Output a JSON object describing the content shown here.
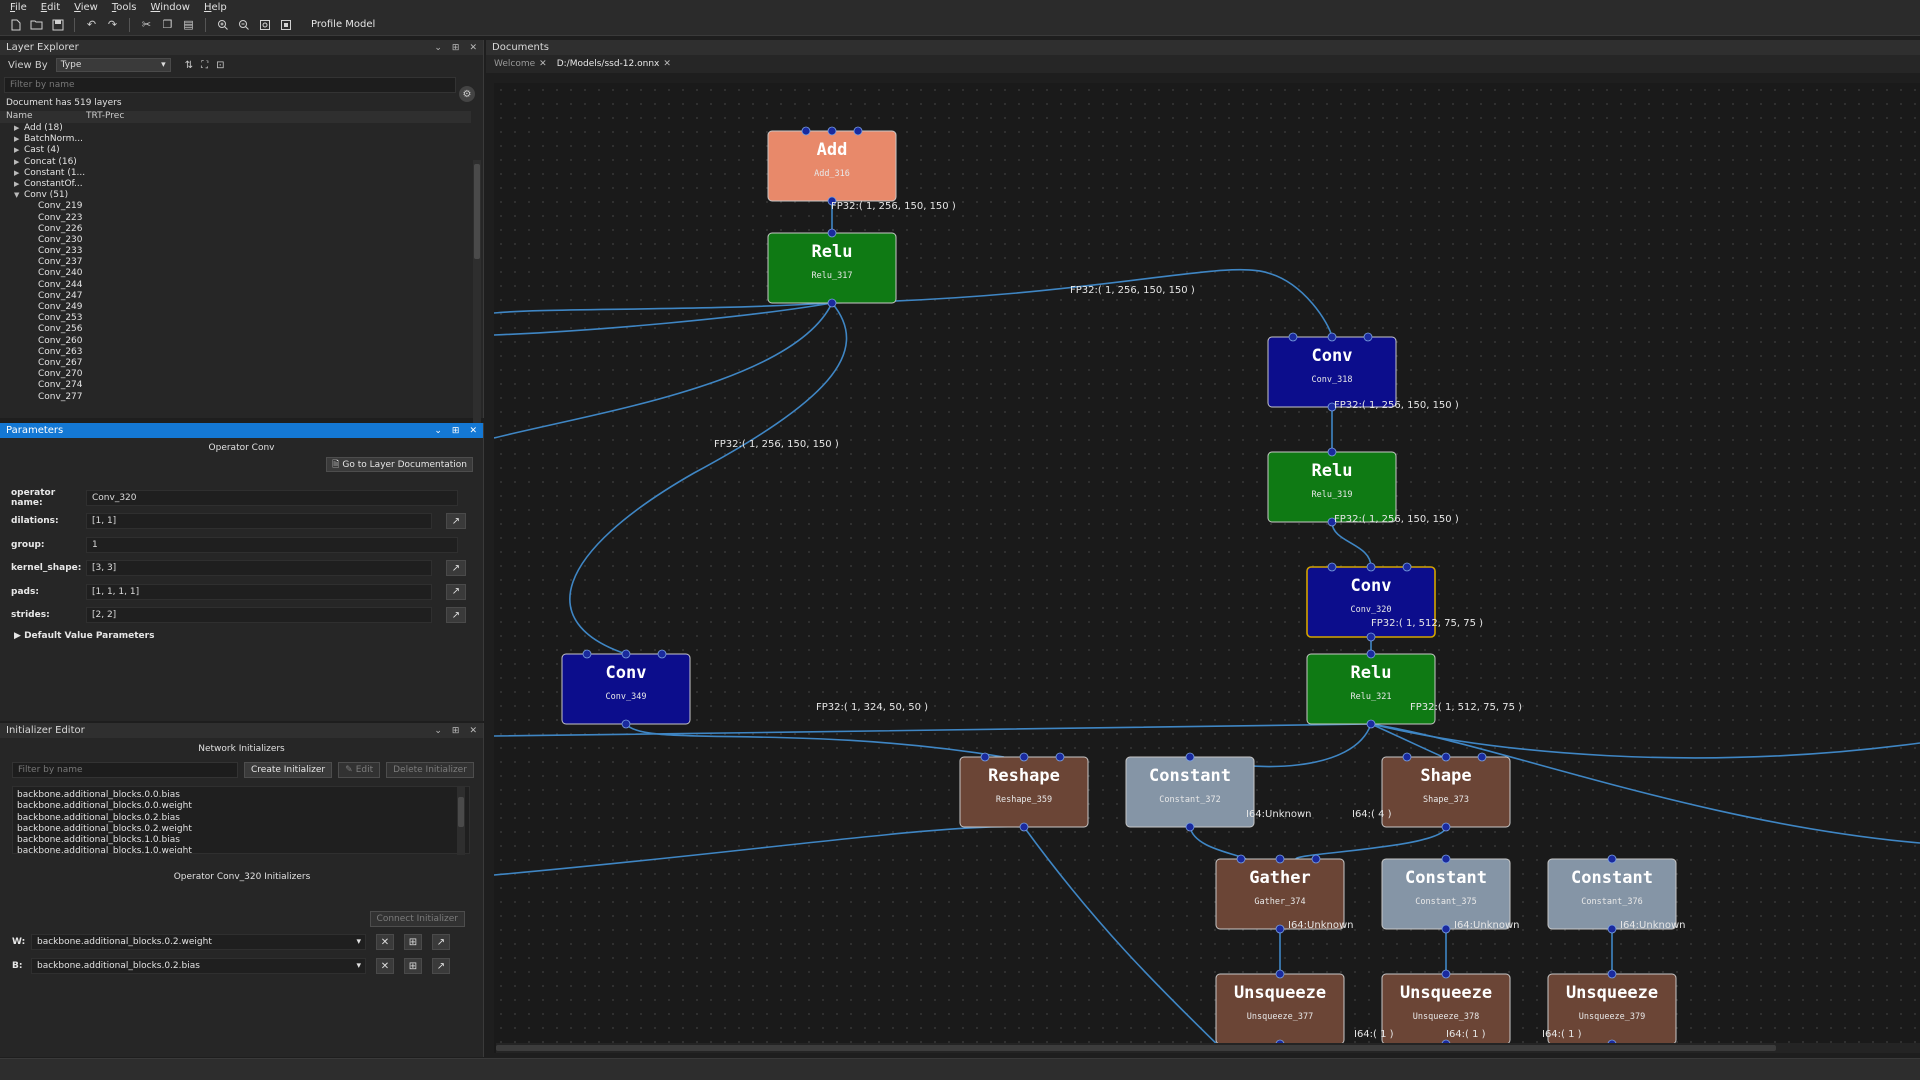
{
  "menu": [
    "File",
    "Edit",
    "View",
    "Tools",
    "Window",
    "Help"
  ],
  "toolbar": {
    "icons": [
      "new-file-icon",
      "open-folder-icon",
      "save-icon",
      "undo-icon",
      "redo-icon",
      "cut-icon",
      "copy-icon",
      "paste-icon",
      "zoom-in-icon",
      "zoom-out-icon",
      "fit-view-icon",
      "fit-selection-icon"
    ],
    "profile_label": "Profile Model"
  },
  "layer_explorer": {
    "title": "Layer Explorer",
    "view_by_label": "View By",
    "view_by_value": "Type",
    "filter_placeholder": "Filter by name",
    "doc_count": "Document has 519 layers",
    "col_name": "Name",
    "col_prec": "TRT-Prec",
    "top_items": [
      "Add (18)",
      "BatchNorm...",
      "Cast (4)",
      "Concat (16)",
      "Constant (1...",
      "ConstantOf...",
      "Conv (51)"
    ],
    "conv_children": [
      "Conv_219",
      "Conv_223",
      "Conv_226",
      "Conv_230",
      "Conv_233",
      "Conv_237",
      "Conv_240",
      "Conv_244",
      "Conv_247",
      "Conv_249",
      "Conv_253",
      "Conv_256",
      "Conv_260",
      "Conv_263",
      "Conv_267",
      "Conv_270",
      "Conv_274",
      "Conv_277"
    ]
  },
  "parameters": {
    "title": "Parameters",
    "operator_title": "Operator Conv",
    "doc_button": "Go to Layer Documentation",
    "rows": [
      {
        "label": "operator name:",
        "value": "Conv_320",
        "has_button": false
      },
      {
        "label": "dilations:",
        "value": "[1, 1]",
        "has_button": true
      },
      {
        "label": "group:",
        "value": "1",
        "has_button": false
      },
      {
        "label": "kernel_shape:",
        "value": "[3, 3]",
        "has_button": true
      },
      {
        "label": "pads:",
        "value": "[1, 1, 1, 1]",
        "has_button": true
      },
      {
        "label": "strides:",
        "value": "[2, 2]",
        "has_button": true
      }
    ],
    "defaults_label": "Default Value Parameters"
  },
  "initializer_editor": {
    "title": "Initializer Editor",
    "network_title": "Network Initializers",
    "filter_placeholder": "Filter by name",
    "create_button": "Create Initializer",
    "edit_button": "Edit",
    "delete_button": "Delete Initializer",
    "items": [
      "backbone.additional_blocks.0.0.bias",
      "backbone.additional_blocks.0.0.weight",
      "backbone.additional_blocks.0.2.bias",
      "backbone.additional_blocks.0.2.weight",
      "backbone.additional_blocks.1.0.bias",
      "backbone.additional_blocks.1.0.weight"
    ],
    "op_title": "Operator Conv_320 Initializers",
    "connect_button": "Connect Initializer",
    "w_label": "W:",
    "w_value": "backbone.additional_blocks.0.2.weight",
    "b_label": "B:",
    "b_value": "backbone.additional_blocks.0.2.bias"
  },
  "documents": {
    "title": "Documents",
    "tabs": [
      {
        "label": "Welcome",
        "active": false
      },
      {
        "label": "D:/Models/ssd-12.onnx",
        "active": true
      }
    ]
  },
  "graph": {
    "colors": {
      "add": "#e8896a",
      "relu": "#0f7a14",
      "conv": "#0c0d8c",
      "brown": "#6b4536",
      "constant": "#8595a6",
      "edge": "#3f86c4",
      "port": "#1a2a9e"
    },
    "nodes": [
      {
        "id": "add",
        "type": "Add",
        "name": "Add_316",
        "style": "add"
      },
      {
        "id": "relu317",
        "type": "Relu",
        "name": "Relu_317",
        "style": "relu"
      },
      {
        "id": "conv318",
        "type": "Conv",
        "name": "Conv_318",
        "style": "conv"
      },
      {
        "id": "relu319",
        "type": "Relu",
        "name": "Relu_319",
        "style": "relu"
      },
      {
        "id": "conv320",
        "type": "Conv",
        "name": "Conv_320",
        "style": "conv",
        "selected": true
      },
      {
        "id": "relu321",
        "type": "Relu",
        "name": "Relu_321",
        "style": "relu"
      },
      {
        "id": "conv349",
        "type": "Conv",
        "name": "Conv_349",
        "style": "conv"
      },
      {
        "id": "reshape359",
        "type": "Reshape",
        "name": "Reshape_359",
        "style": "brown"
      },
      {
        "id": "const372",
        "type": "Constant",
        "name": "Constant_372",
        "style": "constant"
      },
      {
        "id": "shape373",
        "type": "Shape",
        "name": "Shape_373",
        "style": "brown"
      },
      {
        "id": "gather374",
        "type": "Gather",
        "name": "Gather_374",
        "style": "brown"
      },
      {
        "id": "const375",
        "type": "Constant",
        "name": "Constant_375",
        "style": "constant"
      },
      {
        "id": "const376",
        "type": "Constant",
        "name": "Constant_376",
        "style": "constant"
      },
      {
        "id": "unsq377",
        "type": "Unsqueeze",
        "name": "Unsqueeze_377",
        "style": "brown"
      },
      {
        "id": "unsq378",
        "type": "Unsqueeze",
        "name": "Unsqueeze_378",
        "style": "brown"
      },
      {
        "id": "unsq379",
        "type": "Unsqueeze",
        "name": "Unsqueeze_379",
        "style": "brown"
      }
    ],
    "edge_labels": [
      {
        "id": "e1",
        "text": "FP32:( 1, 256, 150, 150 )"
      },
      {
        "id": "e2",
        "text": "FP32:( 1, 256, 150, 150 )"
      },
      {
        "id": "e3",
        "text": "FP32:( 1, 256, 150, 150 )"
      },
      {
        "id": "e4",
        "text": "FP32:( 1, 256, 150, 150 )"
      },
      {
        "id": "e5",
        "text": "FP32:( 1, 256, 150, 150 )"
      },
      {
        "id": "e6",
        "text": "FP32:( 1, 512, 75, 75 )"
      },
      {
        "id": "e7",
        "text": "FP32:( 1, 324, 50, 50 )"
      },
      {
        "id": "e8",
        "text": "FP32:( 1, 512, 75, 75 )"
      },
      {
        "id": "e9",
        "text": "I64:Unknown"
      },
      {
        "id": "e10",
        "text": "I64:( 4 )"
      },
      {
        "id": "e11",
        "text": "I64:Unknown"
      },
      {
        "id": "e12",
        "text": "I64:Unknown"
      },
      {
        "id": "e13",
        "text": "I64:Unknown"
      },
      {
        "id": "e14",
        "text": "I64:( 1 )"
      },
      {
        "id": "e15",
        "text": "I64:( 1 )"
      },
      {
        "id": "e16",
        "text": "I64:( 1 )"
      }
    ]
  }
}
